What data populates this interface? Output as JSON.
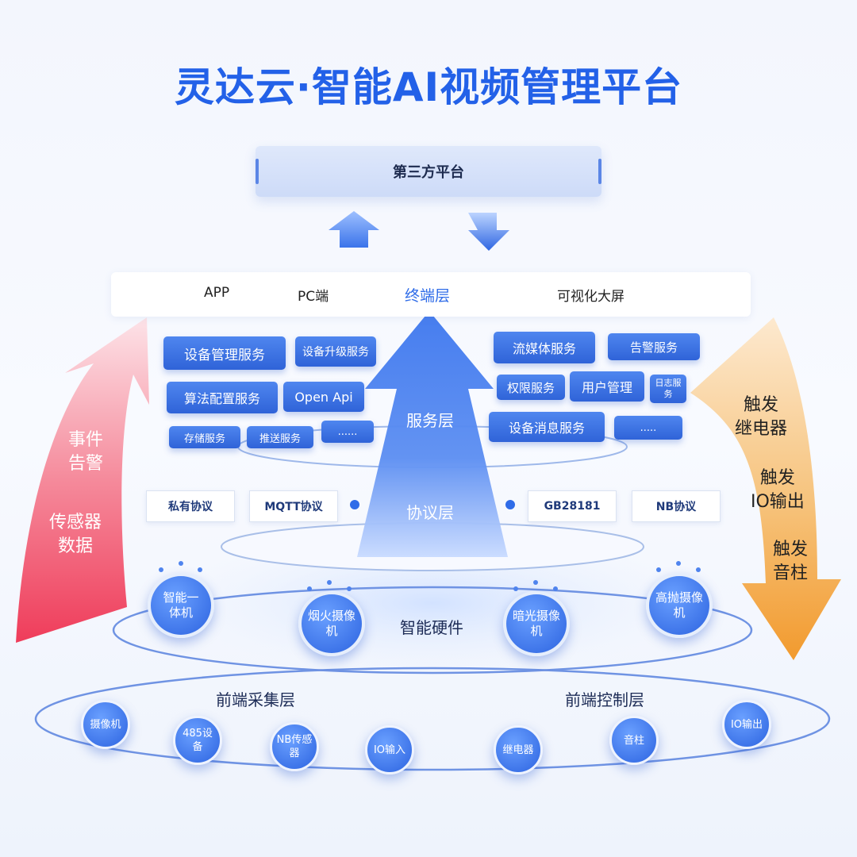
{
  "title": "灵达云·智能AI视频管理平台",
  "third_party": "第三方平台",
  "terminal": {
    "app": "APP",
    "pc": "PC端",
    "layer": "终端层",
    "screen": "可视化大屏"
  },
  "service_layer": "服务层",
  "services_left": [
    "设备管理服务",
    "设备升级服务",
    "算法配置服务",
    "Open Api",
    "存储服务",
    "推送服务",
    "......"
  ],
  "services_right": [
    "流媒体服务",
    "告警服务",
    "权限服务",
    "用户管理",
    "日志服务",
    "设备消息服务",
    "....."
  ],
  "protocol_layer": "协议层",
  "protocols": [
    "私有协议",
    "MQTT协议",
    "GB28181",
    "NB协议"
  ],
  "hardware_layer": "智能硬件",
  "hardware": [
    "智能一体机",
    "烟火摄像机",
    "暗光摄像机",
    "高抛摄像机"
  ],
  "front_collect": "前端采集层",
  "front_control": "前端控制层",
  "devices": [
    "摄像机",
    "485设备",
    "NB传感器",
    "IO输入",
    "继电器",
    "音柱",
    "IO输出"
  ],
  "left_arrow": {
    "line1a": "事件",
    "line1b": "告警",
    "line2a": "传感器",
    "line2b": "数据"
  },
  "right_arrow": {
    "a1": "触发",
    "a2": "继电器",
    "b1": "触发",
    "b2": "IO输出",
    "c1": "触发",
    "c2": "音柱"
  },
  "colors": {
    "brand": "#2361e8",
    "service": "#3a71e6",
    "left_arrow": "#f0506a",
    "right_arrow": "#f2a53c"
  }
}
